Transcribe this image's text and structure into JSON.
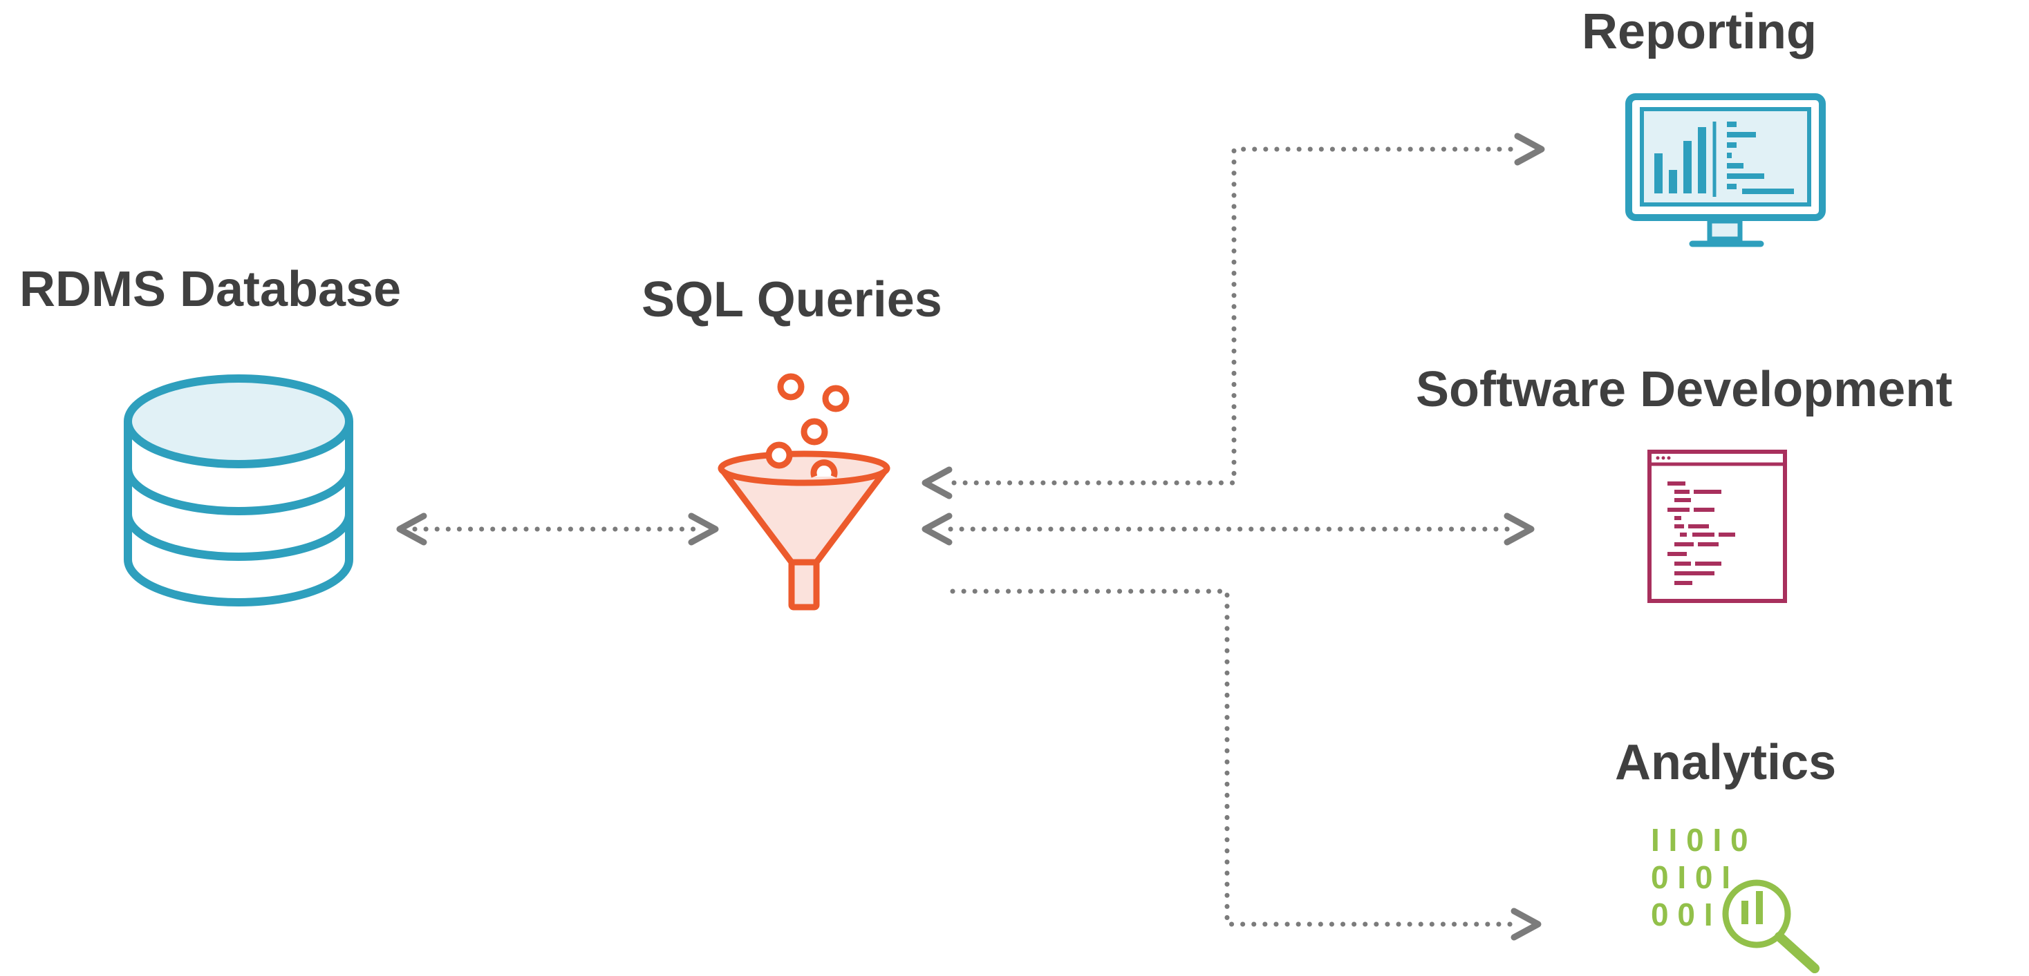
{
  "nodes": {
    "database": {
      "label": "RDMS Database",
      "icon": "database-icon"
    },
    "sql": {
      "label": "SQL Queries",
      "icon": "funnel-icon"
    },
    "reporting": {
      "label": "Reporting",
      "icon": "monitor-chart-icon"
    },
    "software": {
      "label": "Software Development",
      "icon": "code-window-icon"
    },
    "analytics": {
      "label": "Analytics",
      "icon": "binary-search-icon"
    }
  },
  "analytics_binary": [
    "I I 0 I 0",
    "0 I 0 I",
    "0 0 I"
  ],
  "colors": {
    "text": "#404040",
    "connector": "#7b7b7b",
    "database": "#2e9fbd",
    "database_fill": "#e1f1f6",
    "sql": "#ec5a2c",
    "sql_fill": "#fbe2dc",
    "reporting": "#2e9fbd",
    "reporting_fill": "#e1f1f6",
    "software": "#a8305d",
    "analytics": "#92c04a"
  }
}
